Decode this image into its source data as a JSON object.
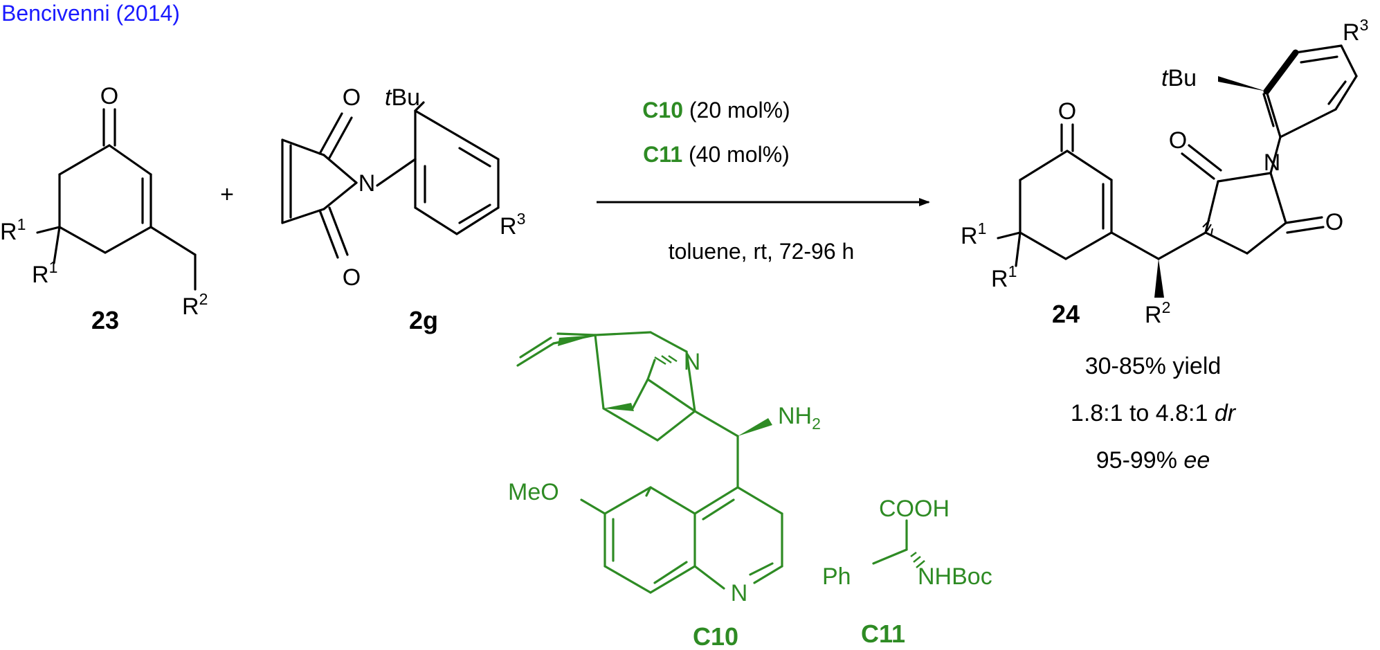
{
  "reference": "Bencivenni (2014)",
  "plus_sign": "+",
  "reactant_23": {
    "label": "23",
    "carbonyl_o": "O",
    "substituent_r1": "R",
    "r1_index": "1",
    "substituent_r2": "R",
    "r2_index": "2"
  },
  "reactant_2g": {
    "label": "2g",
    "carbonyl_o": "O",
    "nitrogen": "N",
    "tbu_prefix": "t",
    "tbu_suffix": "Bu",
    "substituent_r3": "R",
    "r3_index": "3"
  },
  "conditions": {
    "catalyst_1": {
      "name": "C10",
      "loading": "(20 mol%)"
    },
    "catalyst_2": {
      "name": "C11",
      "loading": "(40 mol%)"
    },
    "solvent_line": "toluene, rt, 72-96 h"
  },
  "product_24": {
    "label": "24",
    "carbonyl_o": "O",
    "nitrogen": "N",
    "tbu_prefix": "t",
    "tbu_suffix": "Bu",
    "r1": "R",
    "r1_index": "1",
    "r2": "R",
    "r2_index": "2",
    "r3": "R",
    "r3_index": "3"
  },
  "results": {
    "yield": "30-85% yield",
    "dr_value": "1.8:1 to 4.8:1",
    "dr_unit": "dr",
    "ee_value": "95-99%",
    "ee_unit": "ee"
  },
  "catalyst_c10": {
    "label": "C10",
    "quinuclidine_n": "N",
    "amine": "NH",
    "amine_index": "2",
    "methoxy": "MeO",
    "quinoline_n": "N"
  },
  "catalyst_c11": {
    "label": "C11",
    "acid": "COOH",
    "phenyl": "Ph",
    "protected_amine": "NHBoc"
  },
  "colors": {
    "black": "#000000",
    "catalyst_green": "#2e8b24",
    "reference_blue": "#1a1aff"
  }
}
